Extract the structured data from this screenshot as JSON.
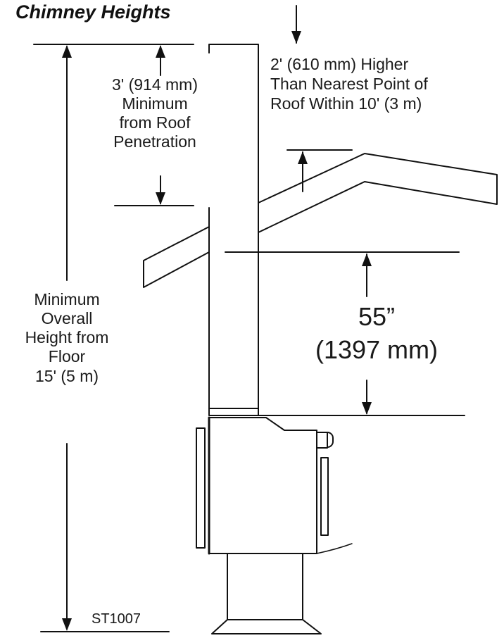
{
  "title": "Chimney Heights",
  "labels": {
    "roof_penetration": "3' (914 mm)\nMinimum\nfrom Roof\nPenetration",
    "higher_than_roof": "2' (610 mm) Higher\nThan Nearest Point of\nRoof Within 10' (3 m)",
    "overall_height": "Minimum\nOverall\nHeight from\nFloor\n15' (5 m)",
    "clearance": "55”\n(1397 mm)",
    "figure_code": "ST1007"
  }
}
